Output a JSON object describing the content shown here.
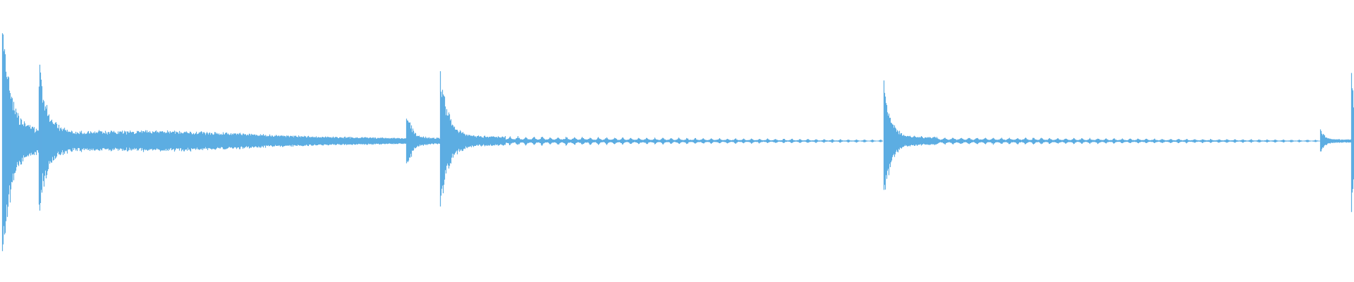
{
  "waveform": {
    "color": "#5DADE2",
    "background": "#FFFFFF",
    "duration_fraction_visible": 1.0,
    "onsets": [
      {
        "t": 0.002,
        "peak": 0.76,
        "decay": 0.006,
        "sustain": 0.07
      },
      {
        "t": 0.029,
        "peak": 0.47,
        "decay": 0.006,
        "sustain": 0.06
      },
      {
        "t": 0.3,
        "peak": 0.19,
        "decay": 0.004,
        "sustain": 0.02
      },
      {
        "t": 0.325,
        "peak": 0.43,
        "decay": 0.006,
        "sustain": 0.03
      },
      {
        "t": 0.653,
        "peak": 0.38,
        "decay": 0.005,
        "sustain": 0.025
      },
      {
        "t": 0.975,
        "peak": 0.08,
        "decay": 0.003,
        "sustain": 0.01
      },
      {
        "t": 0.998,
        "peak": 0.47,
        "decay": 0.003,
        "sustain": 0.02
      }
    ],
    "body_segments": [
      {
        "from": 0.032,
        "to": 0.3,
        "amp_start": 0.055,
        "amp_end": 0.018,
        "swell": 0.02,
        "swell_at": 0.13
      },
      {
        "from": 0.303,
        "to": 0.323,
        "amp_start": 0.015,
        "amp_end": 0.012
      },
      {
        "from": 0.328,
        "to": 0.652,
        "amp_start": 0.022,
        "amp_end": 0.004,
        "pulses": 0.012
      },
      {
        "from": 0.656,
        "to": 0.997,
        "amp_start": 0.018,
        "amp_end": 0.003,
        "pulses": 0.009
      }
    ]
  }
}
